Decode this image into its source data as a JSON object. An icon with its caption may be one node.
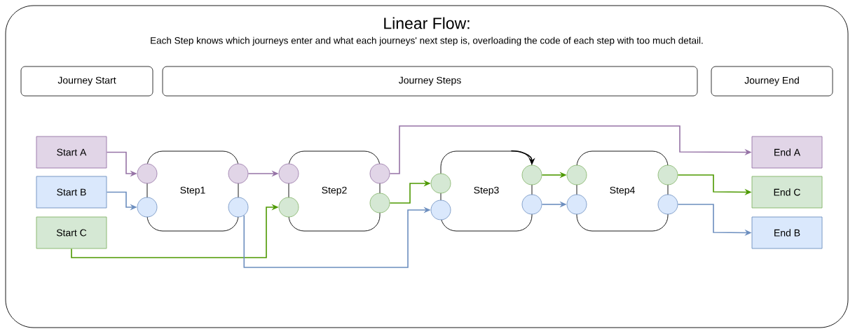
{
  "diagram": {
    "nodes": [
      {
        "text": [
          "Linear Flow:",
          "Each Step knows which journeys enter and what each journeys' next step is, overloading the code of each step with too much detail."
        ]
      },
      {
        "text": [
          "Journey Start"
        ],
        "in": 0
      },
      {
        "text": [
          "Journey Steps"
        ],
        "in": 0
      },
      {
        "text": [
          "Journey End"
        ],
        "in": 0
      },
      {
        "text": [
          "Start A"
        ],
        "in": 0
      },
      {
        "text": [
          "Start B"
        ],
        "in": 0
      },
      {
        "text": [
          "Start C"
        ],
        "in": 0
      },
      {
        "text": [
          "Step1"
        ],
        "in": 0
      },
      {
        "text": [
          "Step2"
        ],
        "in": 0
      },
      {
        "text": [
          "Step3"
        ],
        "in": 0
      },
      {
        "text": [
          "Step4"
        ],
        "in": 0
      },
      {
        "text": [],
        "shape": "circle",
        "in": 0
      },
      {
        "text": [],
        "shape": "circle",
        "in": 0
      },
      {
        "text": [],
        "shape": "circle",
        "in": 0
      },
      {
        "text": [],
        "shape": "circle",
        "in": 0
      },
      {
        "text": [],
        "shape": "circle",
        "in": 0
      },
      {
        "text": [],
        "shape": "circle",
        "in": 0
      },
      {
        "text": [],
        "shape": "circle",
        "in": 0
      },
      {
        "text": [],
        "shape": "circle",
        "in": 0
      },
      {
        "text": [],
        "shape": "circle",
        "in": 0
      },
      {
        "text": [],
        "shape": "circle",
        "in": 0
      },
      {
        "text": [],
        "shape": "circle",
        "in": 0
      },
      {
        "text": [],
        "shape": "circle",
        "in": 0
      },
      {
        "text": [],
        "shape": "circle",
        "in": 0
      },
      {
        "text": [],
        "shape": "circle",
        "in": 0
      },
      {
        "text": [],
        "shape": "circle",
        "in": 0
      },
      {
        "text": [],
        "shape": "circle",
        "in": 0
      },
      {
        "text": [
          "End A"
        ],
        "in": 0
      },
      {
        "text": [
          "End C"
        ],
        "in": 0
      },
      {
        "text": [
          "End B"
        ],
        "in": 0
      }
    ],
    "edges": [
      {
        "from": 4,
        "to": 11,
        "arrow": "to",
        "color": "#9673a6"
      },
      {
        "from": 5,
        "to": 12,
        "arrow": "to",
        "color": "#6c8ebf"
      },
      {
        "from": 6,
        "to": 16,
        "arrow": "to",
        "color": "#4d9900"
      },
      {
        "from": 13,
        "to": 15,
        "arrow": "to",
        "color": "#9673a6"
      },
      {
        "from": 14,
        "to": 20,
        "arrow": "to",
        "color": "#6c8ebf"
      },
      {
        "from": 17,
        "to": 27,
        "arrow": "to",
        "color": "#9673a6"
      },
      {
        "from": 18,
        "to": 19,
        "arrow": "to",
        "color": "#4d9900"
      },
      {
        "from": 21,
        "to": 23,
        "arrow": "to",
        "color": "#4d9900"
      },
      {
        "from": 22,
        "to": 24,
        "arrow": "to",
        "color": "#6c8ebf"
      },
      {
        "from": 25,
        "to": 28,
        "arrow": "to",
        "color": "#4d9900"
      },
      {
        "from": 26,
        "to": 29,
        "arrow": "to",
        "color": "#6c8ebf"
      },
      {
        "from": 9,
        "to": 21,
        "arrow": "to",
        "color": "#000000"
      }
    ]
  }
}
